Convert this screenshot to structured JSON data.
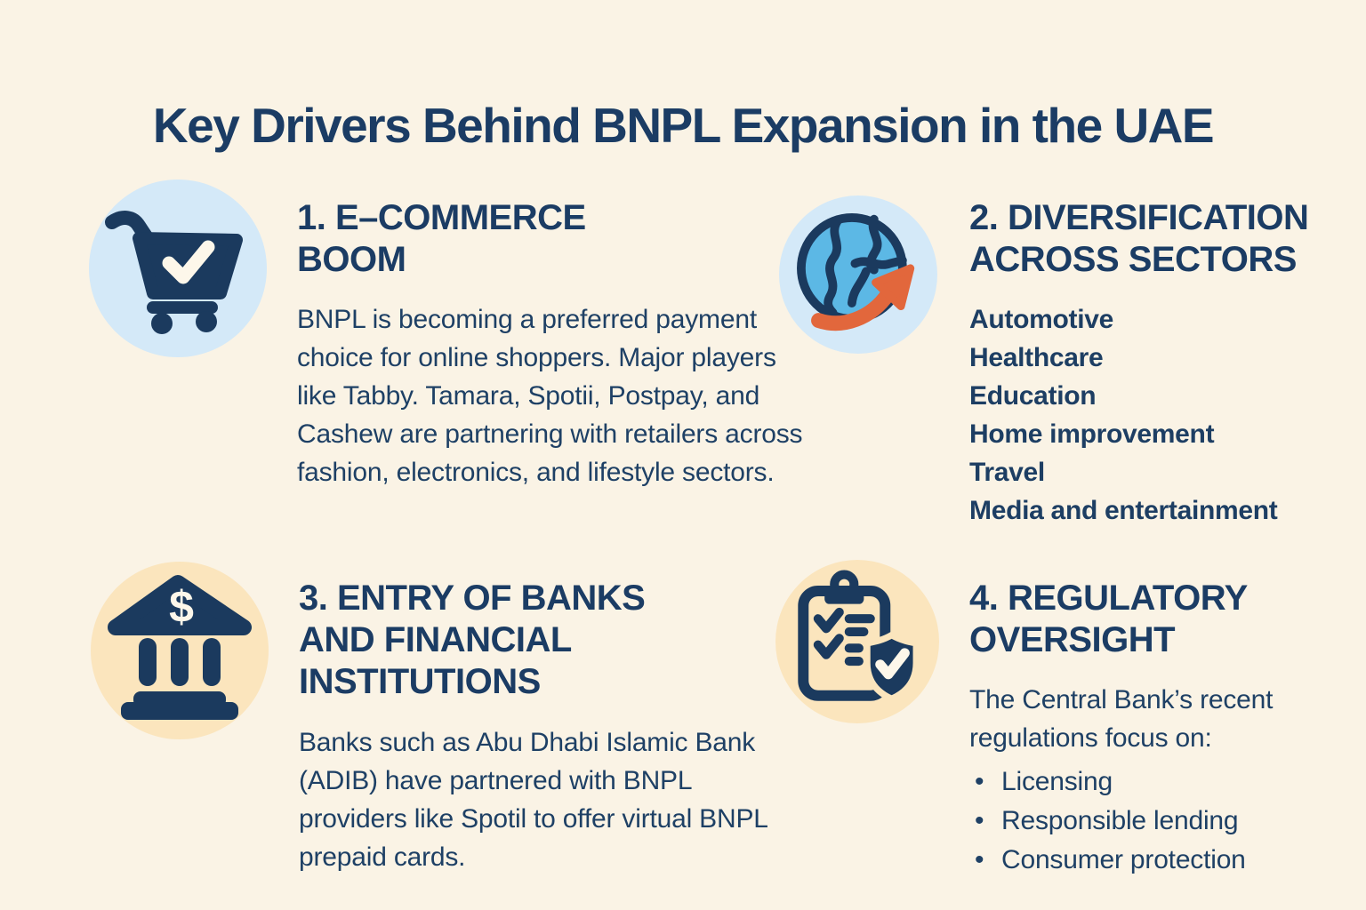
{
  "title": "Key Drivers Behind BNPL Expansion in the UAE",
  "colors": {
    "background": "#faf3e5",
    "navy_text": "#1d3e63",
    "icon_navy": "#1b3a5e",
    "light_blue_circle": "#d4e9f8",
    "peach_circle": "#fbe5bd",
    "globe_blue": "#5cb8e5",
    "arrow_orange": "#e2673c",
    "check_cream": "#fdf7ea"
  },
  "sections": [
    {
      "id": "ecommerce-boom",
      "icon": "cart-check-icon",
      "icon_bg": "#d4e9f8",
      "heading": "1. E–COMMERCE BOOM",
      "body": "BNPL is becoming a preferred payment choice for online shoppers. Major players like Tabby. Tamara, Spotii, Postpay, and Cashew are partnering with retailers across fashion, electronics, and lifestyle sectors."
    },
    {
      "id": "diversification-across-sectors",
      "icon": "globe-growth-arrow-icon",
      "icon_bg": "#d4e9f8",
      "heading": "2. DIVERSIFICATION ACROSS SECTORS",
      "items": [
        "Automotive",
        "Healthcare",
        "Education",
        "Home improvement",
        "Travel",
        "Media and entertainment"
      ]
    },
    {
      "id": "entry-of-banks",
      "icon": "bank-building-icon",
      "icon_bg": "#fbe5bd",
      "heading": "3. ENTRY OF BANKS AND FINANCIAL INSTITUTIONS",
      "body": "Banks such as Abu Dhabi Islamic Bank (ADIB) have partnered with BNPL providers like Spotil to offer virtual BNPL prepaid cards."
    },
    {
      "id": "regulatory-oversight",
      "icon": "clipboard-shield-icon",
      "icon_bg": "#fbe5bd",
      "heading": "4. REGULATORY OVERSIGHT",
      "intro": "The Central Bank’s recent regulations focus on:",
      "bullets": [
        "Licensing",
        "Responsible lending",
        "Consumer protection"
      ]
    }
  ]
}
